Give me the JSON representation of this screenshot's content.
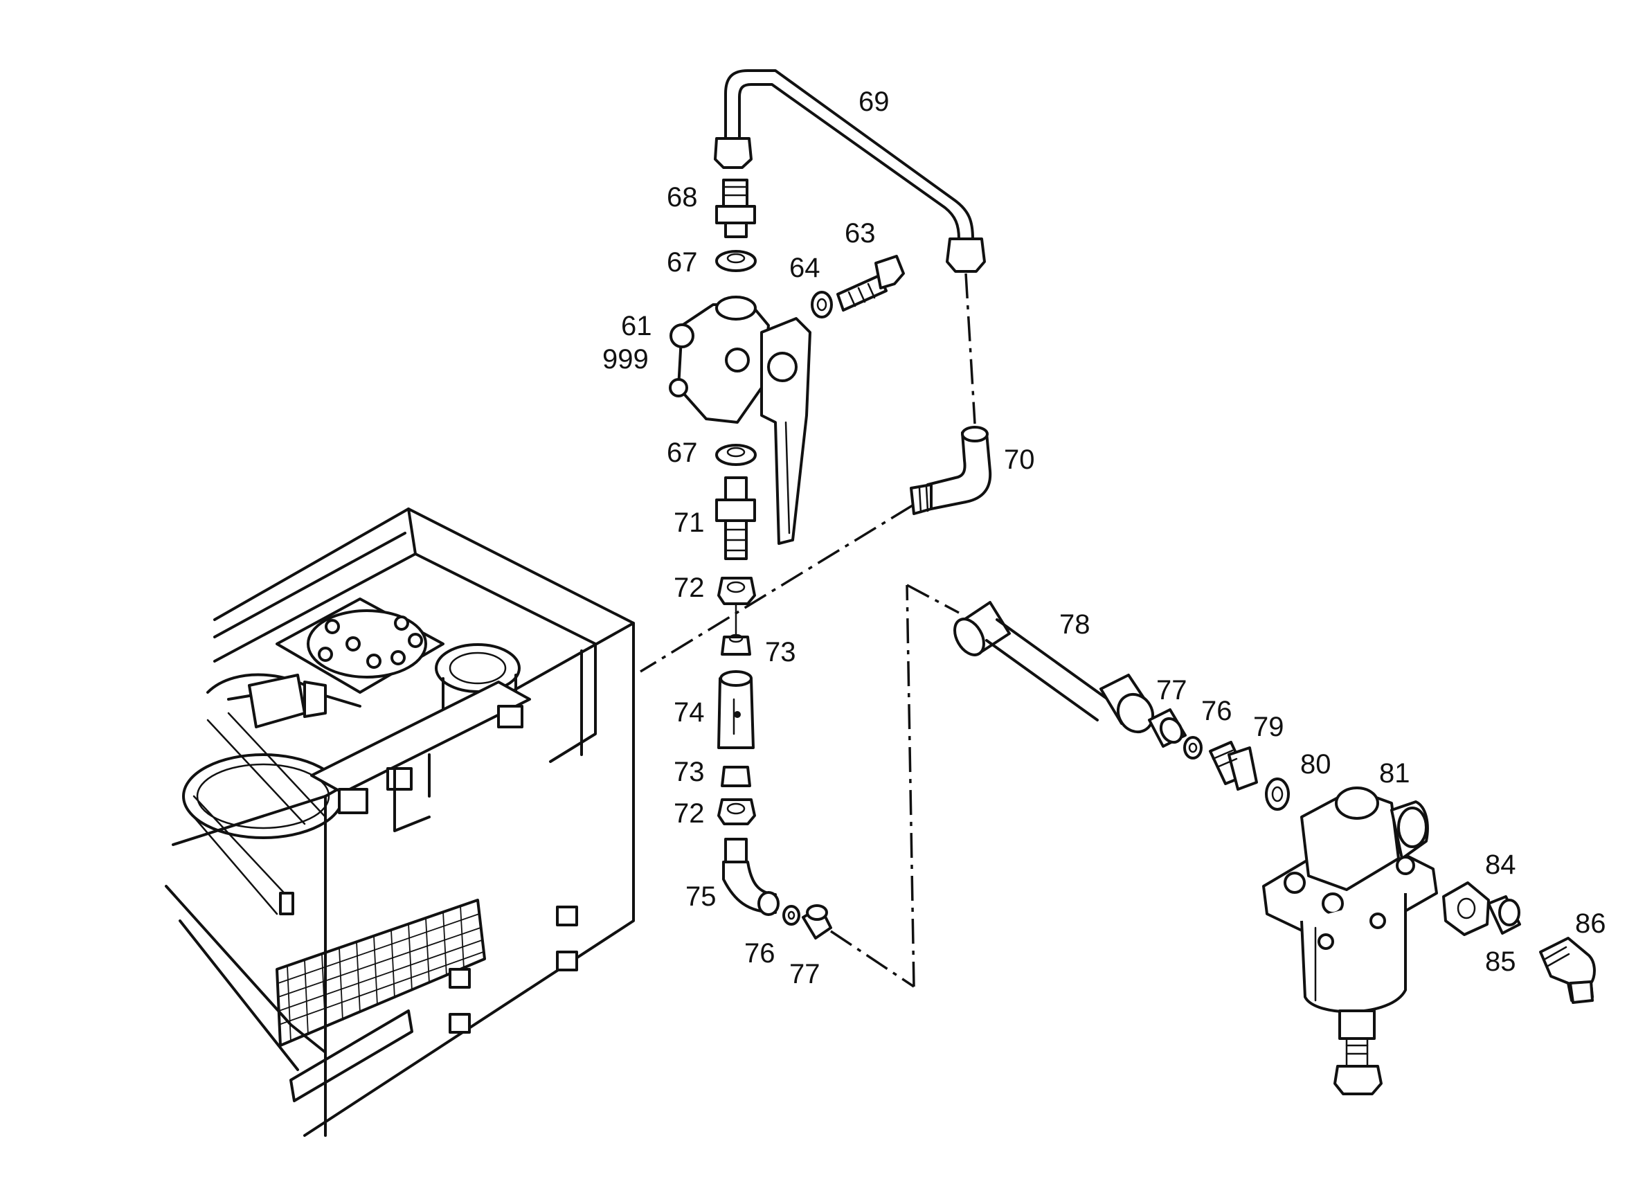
{
  "diagram": {
    "callouts": [
      {
        "id": "c69",
        "text": "69"
      },
      {
        "id": "c68",
        "text": "68"
      },
      {
        "id": "c67a",
        "text": "67"
      },
      {
        "id": "c63",
        "text": "63"
      },
      {
        "id": "c64",
        "text": "64"
      },
      {
        "id": "c61",
        "text": "61"
      },
      {
        "id": "c999",
        "text": "999"
      },
      {
        "id": "c67b",
        "text": "67"
      },
      {
        "id": "c70",
        "text": "70"
      },
      {
        "id": "c71",
        "text": "71"
      },
      {
        "id": "c72a",
        "text": "72"
      },
      {
        "id": "c73a",
        "text": "73"
      },
      {
        "id": "c74",
        "text": "74"
      },
      {
        "id": "c73b",
        "text": "73"
      },
      {
        "id": "c72b",
        "text": "72"
      },
      {
        "id": "c75",
        "text": "75"
      },
      {
        "id": "c76a",
        "text": "76"
      },
      {
        "id": "c77a",
        "text": "77"
      },
      {
        "id": "c78",
        "text": "78"
      },
      {
        "id": "c77b",
        "text": "77"
      },
      {
        "id": "c76b",
        "text": "76"
      },
      {
        "id": "c79",
        "text": "79"
      },
      {
        "id": "c80",
        "text": "80"
      },
      {
        "id": "c81",
        "text": "81"
      },
      {
        "id": "c84",
        "text": "84"
      },
      {
        "id": "c85",
        "text": "85"
      },
      {
        "id": "c86",
        "text": "86"
      }
    ]
  }
}
